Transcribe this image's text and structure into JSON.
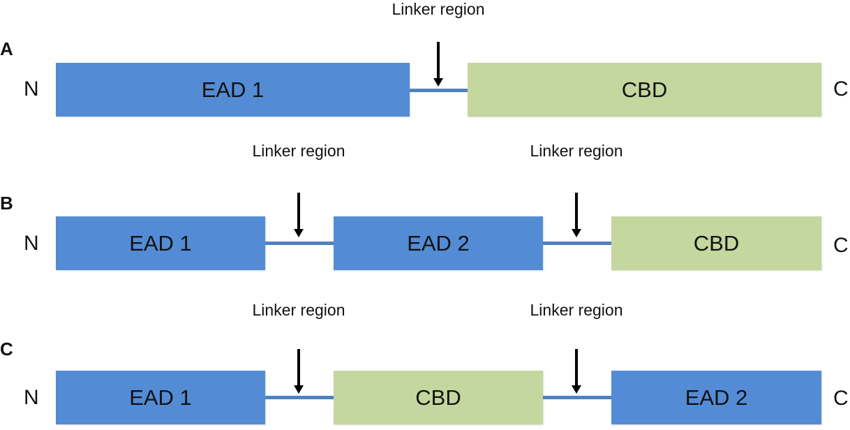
{
  "panels": [
    {
      "letter": "A",
      "n_terminus": "N",
      "c_terminus": "C",
      "domains": [
        {
          "label": "EAD 1",
          "type": "EAD"
        },
        {
          "label": "CBD",
          "type": "CBD"
        }
      ],
      "linkers": [
        {
          "label": "Linker region"
        }
      ]
    },
    {
      "letter": "B",
      "n_terminus": "N",
      "c_terminus": "C",
      "domains": [
        {
          "label": "EAD 1",
          "type": "EAD"
        },
        {
          "label": "EAD 2",
          "type": "EAD"
        },
        {
          "label": "CBD",
          "type": "CBD"
        }
      ],
      "linkers": [
        {
          "label": "Linker region"
        },
        {
          "label": "Linker region"
        }
      ]
    },
    {
      "letter": "C",
      "n_terminus": "N",
      "c_terminus": "C",
      "domains": [
        {
          "label": "EAD 1",
          "type": "EAD"
        },
        {
          "label": "CBD",
          "type": "CBD"
        },
        {
          "label": "EAD 2",
          "type": "EAD"
        }
      ],
      "linkers": [
        {
          "label": "Linker region"
        },
        {
          "label": "Linker region"
        }
      ]
    }
  ],
  "colors": {
    "ead": "#538cd5",
    "cbd": "#c4d79e",
    "linker": "#4f82bf",
    "arrow": "#000000"
  }
}
